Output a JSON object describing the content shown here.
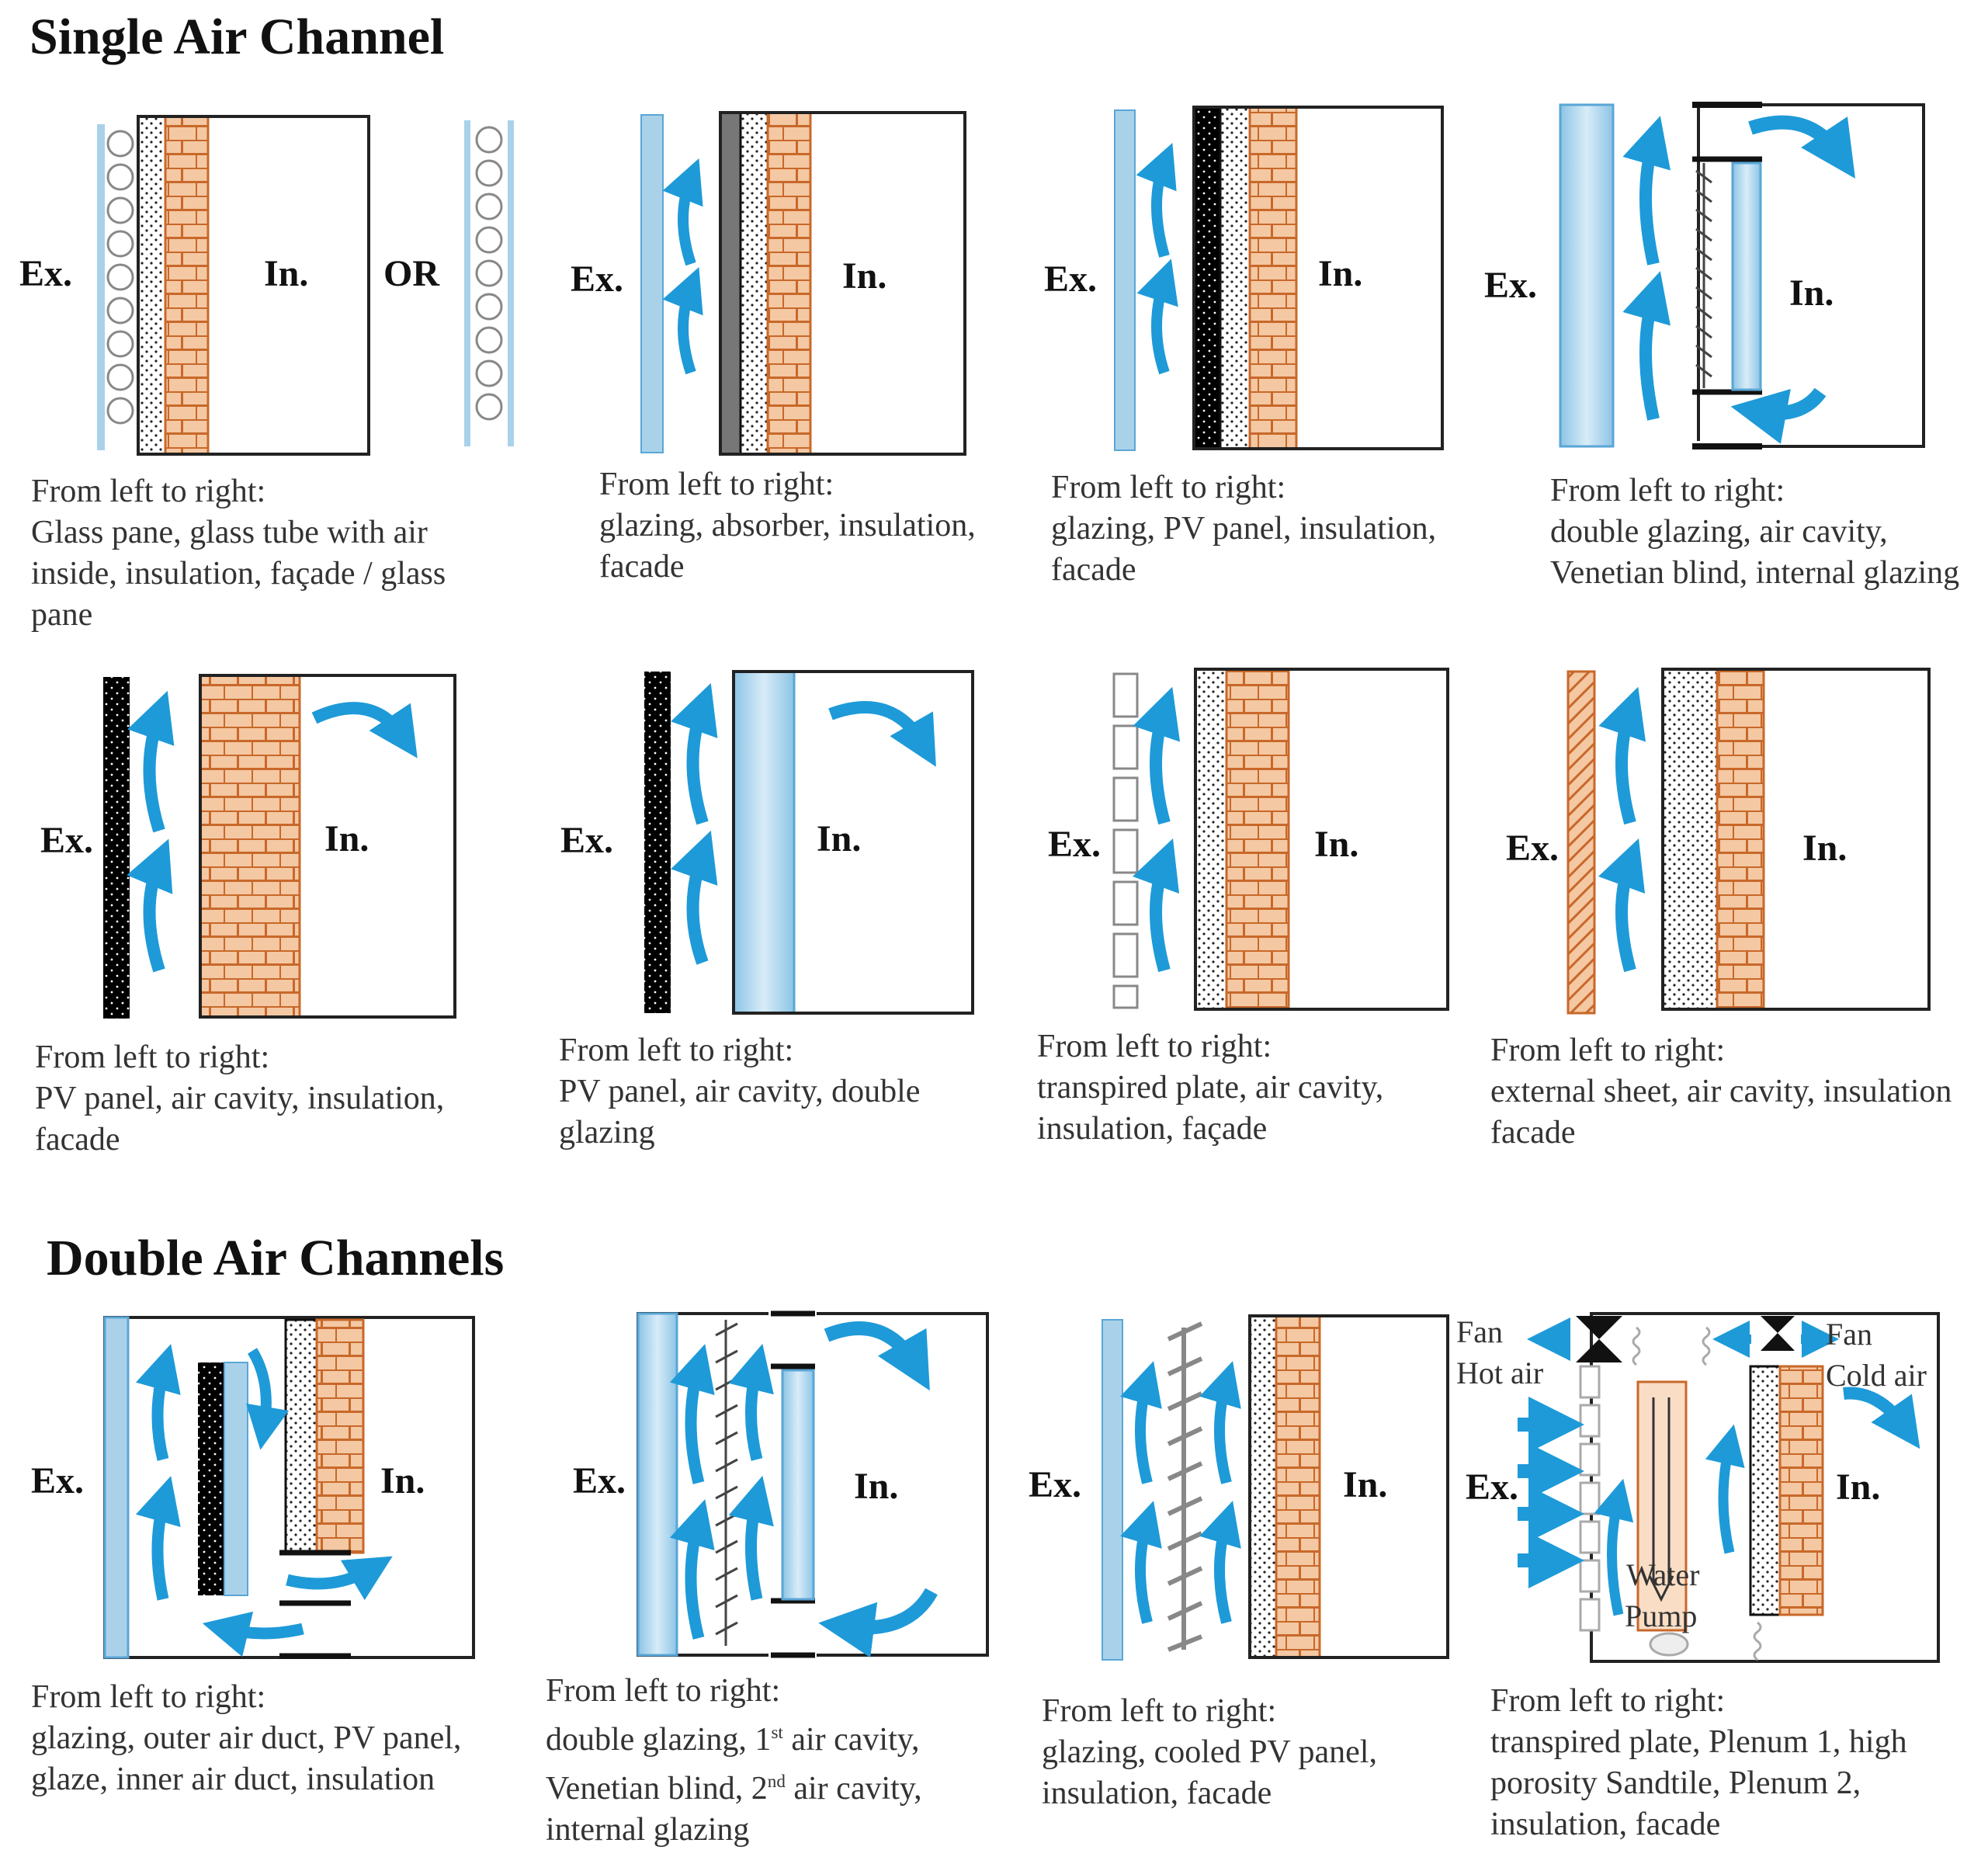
{
  "sections": {
    "single": "Single Air Channel",
    "double": "Double Air Channels"
  },
  "labels": {
    "ex": "Ex.",
    "in": "In.",
    "or": "OR"
  },
  "extra": {
    "fan": "Fan",
    "hot_air": "Hot air",
    "cold_air": "Cold air",
    "water": "Water",
    "pump": "Pump"
  },
  "captions": {
    "s1": [
      "From left to right:",
      "Glass pane, glass tube with air",
      "inside, insulation, façade / glass",
      "pane"
    ],
    "s2": [
      "From left to right:",
      "glazing, absorber, insulation,",
      "facade"
    ],
    "s3": [
      "From left to right:",
      "glazing, PV panel, insulation,",
      "facade"
    ],
    "s4": [
      "From left to right:",
      "double glazing, air cavity,",
      "Venetian blind, internal glazing"
    ],
    "s5": [
      "From left to right:",
      "PV panel, air cavity, insulation,",
      "facade"
    ],
    "s6": [
      "From left to right:",
      "PV panel, air cavity, double",
      "glazing"
    ],
    "s7": [
      "From left to right:",
      "transpired plate, air cavity,",
      "insulation, façade"
    ],
    "s8": [
      "From left to right:",
      "external sheet, air cavity, insulation",
      "facade"
    ],
    "d1": [
      "From left to right:",
      "glazing, outer air duct, PV panel,",
      "glaze, inner air duct, insulation"
    ],
    "d2": [
      "From left to right:",
      "double glazing, 1st air cavity,",
      "Venetian blind, 2nd air cavity,",
      "internal glazing"
    ],
    "d3": [
      "From left to right:",
      "glazing, cooled PV panel,",
      "insulation, facade"
    ],
    "d4": [
      "From left to right:",
      "transpired plate, Plenum 1, high",
      "porosity Sandtile, Plenum 2,",
      "insulation, facade"
    ]
  },
  "colors": {
    "glass": "#a9d2ea",
    "glass_edge": "#5aa6d6",
    "brick": "#f4c8a2",
    "brick_line": "#c8682a",
    "arrow": "#1e9ad8",
    "pv": "#000000"
  }
}
